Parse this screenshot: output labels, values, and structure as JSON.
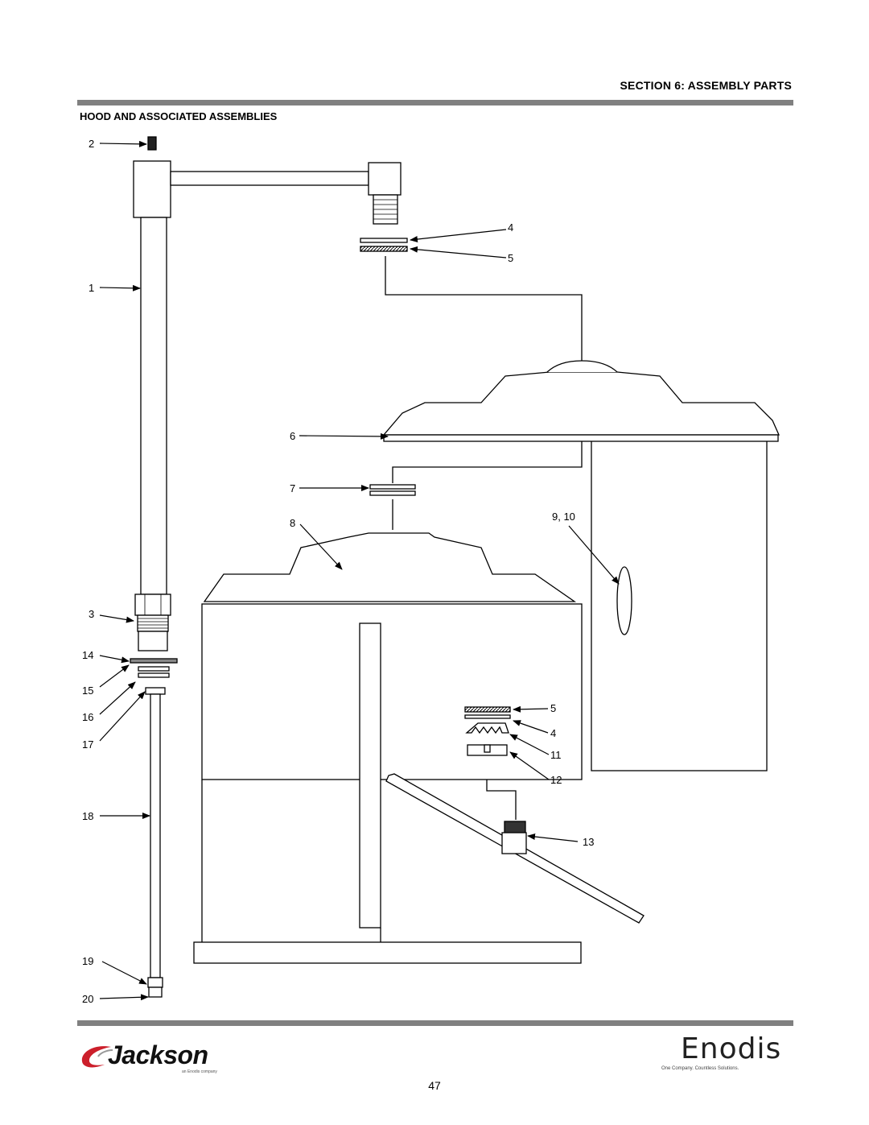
{
  "header": {
    "section_title": "SECTION 6: ASSEMBLY PARTS",
    "subsection_title": "HOOD AND ASSOCIATED ASSEMBLIES"
  },
  "diagram": {
    "callouts": {
      "c1": "1",
      "c2": "2",
      "c3": "3",
      "c4a": "4",
      "c5a": "5",
      "c6": "6",
      "c7": "7",
      "c8": "8",
      "c9_10": "9, 10",
      "c5b": "5",
      "c4b": "4",
      "c11": "11",
      "c12": "12",
      "c13": "13",
      "c14": "14",
      "c15": "15",
      "c16": "16",
      "c17": "17",
      "c18": "18",
      "c19": "19",
      "c20": "20"
    }
  },
  "footer": {
    "left_logo_text": "Jackson",
    "left_logo_tagline": "an Enodis company",
    "right_logo_text": "Enodis",
    "right_logo_tagline": "One Company. Countless Solutions.",
    "page_number": "47"
  }
}
